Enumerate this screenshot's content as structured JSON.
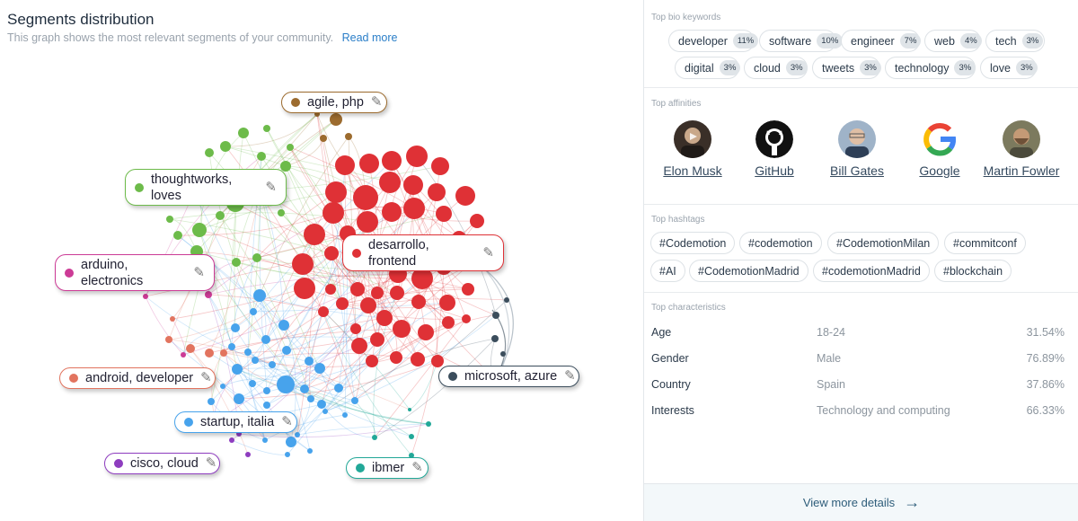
{
  "header": {
    "title": "Segments distribution",
    "subtitle": "This graph shows the most relevant segments of your community.",
    "read_more": "Read more"
  },
  "colors": {
    "green": "#6dbb4a",
    "red": "#df3136",
    "blue": "#47a3ec",
    "pink": "#cc3b96",
    "salmon": "#e2745f",
    "brown": "#9c6b2e",
    "navy": "#3b4d5c",
    "purple": "#8e3dbf",
    "teal": "#22a898"
  },
  "segments": [
    {
      "name": "agile-php",
      "label": "agile, php",
      "color": "#9c6b2e"
    },
    {
      "name": "thoughtworks-loves",
      "label": "thoughtworks, loves",
      "color": "#6dbb4a"
    },
    {
      "name": "desarrollo-frontend",
      "label": "desarrollo, frontend",
      "color": "#df3136"
    },
    {
      "name": "arduino-electronics",
      "label": "arduino, electronics",
      "color": "#cc3b96"
    },
    {
      "name": "android-developer",
      "label": "android, developer",
      "color": "#e2745f"
    },
    {
      "name": "microsoft-azure",
      "label": "microsoft, azure",
      "color": "#3b4d5c"
    },
    {
      "name": "startup-italia",
      "label": "startup, italia",
      "color": "#47a3ec"
    },
    {
      "name": "cisco-cloud",
      "label": "cisco, cloud",
      "color": "#8e3dbf"
    },
    {
      "name": "ibmer",
      "label": "ibmer",
      "color": "#22a898"
    }
  ],
  "keywords": {
    "title": "Top bio keywords",
    "items": [
      {
        "word": "developer",
        "pct": "11%"
      },
      {
        "word": "software",
        "pct": "10%"
      },
      {
        "word": "engineer",
        "pct": "7%"
      },
      {
        "word": "web",
        "pct": "4%"
      },
      {
        "word": "tech",
        "pct": "3%"
      },
      {
        "word": "digital",
        "pct": "3%"
      },
      {
        "word": "cloud",
        "pct": "3%"
      },
      {
        "word": "tweets",
        "pct": "3%"
      },
      {
        "word": "technology",
        "pct": "3%"
      },
      {
        "word": "love",
        "pct": "3%"
      }
    ]
  },
  "affinities": {
    "title": "Top affinities",
    "items": [
      {
        "name": "Elon Musk",
        "icon": "elon-musk-avatar"
      },
      {
        "name": "GitHub",
        "icon": "github-logo-icon"
      },
      {
        "name": "Bill Gates",
        "icon": "bill-gates-avatar"
      },
      {
        "name": "Google",
        "icon": "google-logo-icon"
      },
      {
        "name": "Martin Fowler",
        "icon": "martin-fowler-avatar"
      }
    ]
  },
  "hashtags": {
    "title": "Top hashtags",
    "items": [
      "#Codemotion",
      "#codemotion",
      "#CodemotionMilan",
      "#commitconf",
      "#AI",
      "#CodemotionMadrid",
      "#codemotionMadrid",
      "#blockchain"
    ]
  },
  "characteristics": {
    "title": "Top characteristics",
    "rows": [
      {
        "key": "Age",
        "value": "18-24",
        "pct": "31.54%"
      },
      {
        "key": "Gender",
        "value": "Male",
        "pct": "76.89%"
      },
      {
        "key": "Country",
        "value": "Spain",
        "pct": "37.86%"
      },
      {
        "key": "Interests",
        "value": "Technology and computing",
        "pct": "66.33%"
      }
    ]
  },
  "footer": {
    "label": "View more details",
    "icon": "arrow-right-icon"
  }
}
